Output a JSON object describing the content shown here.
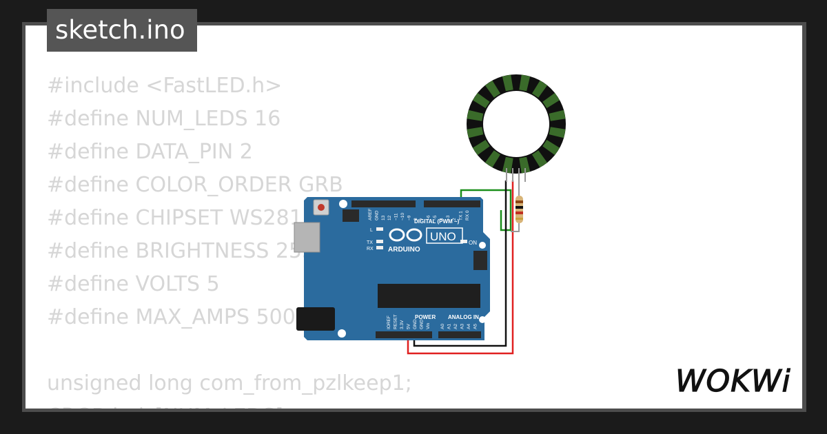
{
  "filename": "sketch.ino",
  "code_lines": [
    "#include <FastLED.h>",
    "#define NUM_LEDS 16",
    "#define DATA_PIN 2",
    "#define COLOR_ORDER GRB",
    "#define CHIPSET WS2812",
    "#define BRIGHTNESS 255",
    "#define VOLTS 5",
    "#define MAX_AMPS 500",
    "",
    "unsigned long com_from_pzlkeep1;",
    "CRGB leds[NUM_LEDS];"
  ],
  "board": {
    "brand": "ARDUINO",
    "model": "UNO",
    "digital_label": "DIGITAL (PWM ~)",
    "power_label": "POWER",
    "analog_label": "ANALOG IN",
    "on_label": "ON",
    "l_label": "L",
    "tx_label": "TX",
    "rx_label": "RX",
    "digital_pins": [
      "AREF",
      "GND",
      "13",
      "12",
      "~11",
      "~10",
      "~9",
      "8",
      "7",
      "~6",
      "~5",
      "4",
      "~3",
      "2",
      "TX 1",
      "RX 0"
    ],
    "power_pins": [
      "IOREF",
      "RESET",
      "3.3V",
      "5V",
      "GND",
      "GND",
      "Vin"
    ],
    "analog_pins": [
      "A0",
      "A1",
      "A2",
      "A3",
      "A4",
      "A5"
    ]
  },
  "led_ring": {
    "led_count": 16,
    "body_color": "#101010",
    "led_color": "#3a6b2a"
  },
  "wire_colors": {
    "data": "#1a8f1a",
    "power": "#e02020",
    "ground": "#111111"
  },
  "board_color": "#2b6b9e",
  "logo_text": "WOKWi"
}
